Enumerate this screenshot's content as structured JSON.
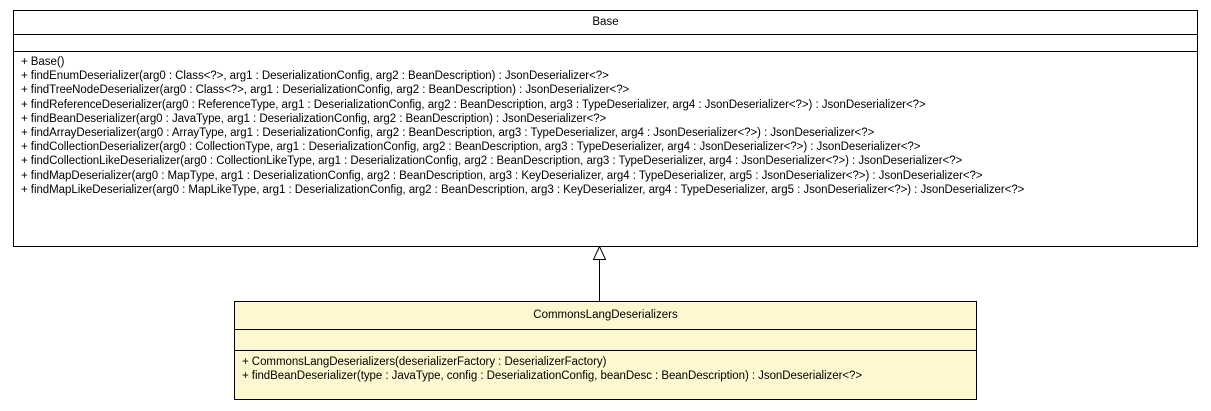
{
  "diagram": {
    "type": "uml-class-diagram",
    "background_color": "#ffffff",
    "line_color": "#000000",
    "base_fill": "#ffffff",
    "subclass_fill": "#fdf8d0"
  },
  "base_class": {
    "name": "Base",
    "attributes": [],
    "operations": [
      "+ Base()",
      "+ findEnumDeserializer(arg0 : Class<?>, arg1 : DeserializationConfig, arg2 : BeanDescription) : JsonDeserializer<?>",
      "+ findTreeNodeDeserializer(arg0 : Class<?>, arg1 : DeserializationConfig, arg2 : BeanDescription) : JsonDeserializer<?>",
      "+ findReferenceDeserializer(arg0 : ReferenceType, arg1 : DeserializationConfig, arg2 : BeanDescription, arg3 : TypeDeserializer, arg4 : JsonDeserializer<?>) : JsonDeserializer<?>",
      "+ findBeanDeserializer(arg0 : JavaType, arg1 : DeserializationConfig, arg2 : BeanDescription) : JsonDeserializer<?>",
      "+ findArrayDeserializer(arg0 : ArrayType, arg1 : DeserializationConfig, arg2 : BeanDescription, arg3 : TypeDeserializer, arg4 : JsonDeserializer<?>) : JsonDeserializer<?>",
      "+ findCollectionDeserializer(arg0 : CollectionType, arg1 : DeserializationConfig, arg2 : BeanDescription, arg3 : TypeDeserializer, arg4 : JsonDeserializer<?>) : JsonDeserializer<?>",
      "+ findCollectionLikeDeserializer(arg0 : CollectionLikeType, arg1 : DeserializationConfig, arg2 : BeanDescription, arg3 : TypeDeserializer, arg4 : JsonDeserializer<?>) : JsonDeserializer<?>",
      "+ findMapDeserializer(arg0 : MapType, arg1 : DeserializationConfig, arg2 : BeanDescription, arg3 : KeyDeserializer, arg4 : TypeDeserializer, arg5 : JsonDeserializer<?>) : JsonDeserializer<?>",
      "+ findMapLikeDeserializer(arg0 : MapLikeType, arg1 : DeserializationConfig, arg2 : BeanDescription, arg3 : KeyDeserializer, arg4 : TypeDeserializer, arg5 : JsonDeserializer<?>) : JsonDeserializer<?>"
    ]
  },
  "subclass": {
    "name": "CommonsLangDeserializers",
    "attributes": [],
    "operations": [
      "+ CommonsLangDeserializers(deserializerFactory : DeserializerFactory)",
      "+ findBeanDeserializer(type : JavaType, config : DeserializationConfig, beanDesc : BeanDescription) : JsonDeserializer<?>"
    ]
  },
  "relationship": {
    "kind": "generalization",
    "from": "CommonsLangDeserializers",
    "to": "Base",
    "arrowhead": "hollow-triangle-icon"
  }
}
